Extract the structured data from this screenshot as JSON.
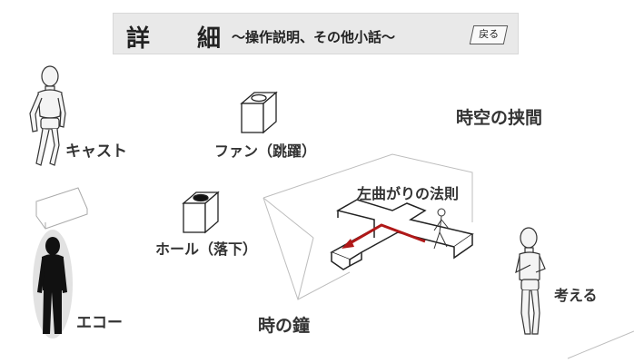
{
  "header": {
    "title_char1": "詳",
    "title_char2": "細",
    "subtitle": "～操作説明、その他小話～",
    "back_label": "戻る"
  },
  "items": {
    "cast": "キャスト",
    "fan": "ファン（跳躍）",
    "gap": "時空の挟間",
    "left_turn": "左曲がりの法則",
    "hole": "ホール（落下）",
    "echo": "エコー",
    "bell": "時の鐘",
    "think": "考える"
  }
}
